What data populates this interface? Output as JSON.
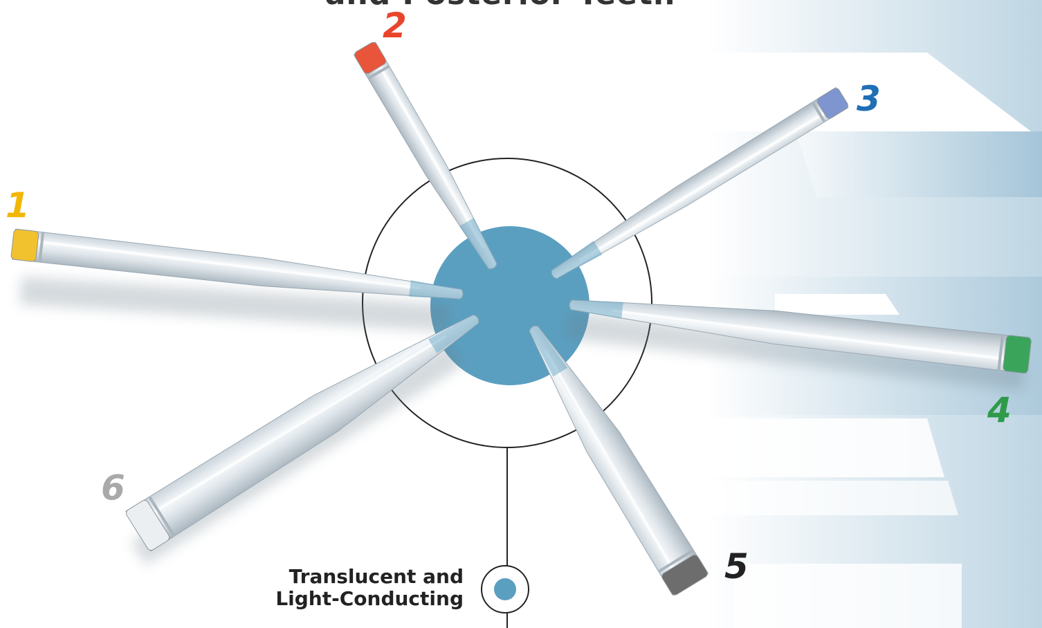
{
  "title": "and Posterior Teeth",
  "colors": {
    "hub": "#5b9fc0",
    "stripes": "#8ab4cd",
    "tip_1": "#f2c12e",
    "tip_2": "#e8553a",
    "tip_3": "#7f95cf",
    "tip_4": "#3aa55a",
    "tip_5": "#6d6d6d",
    "tip_6": "#eceff1"
  },
  "labels": [
    {
      "id": "1",
      "text": "1",
      "color": "#f2b705"
    },
    {
      "id": "2",
      "text": "2",
      "color": "#e8452c"
    },
    {
      "id": "3",
      "text": "3",
      "color": "#1f6fb5"
    },
    {
      "id": "4",
      "text": "4",
      "color": "#2e9a4a"
    },
    {
      "id": "5",
      "text": "5",
      "color": "#222222"
    },
    {
      "id": "6",
      "text": "6",
      "color": "#a9a9a9"
    }
  ],
  "callout": {
    "line1": "Translucent and",
    "line2": "Light-Conducting",
    "icon": "translucent-dot-icon"
  }
}
